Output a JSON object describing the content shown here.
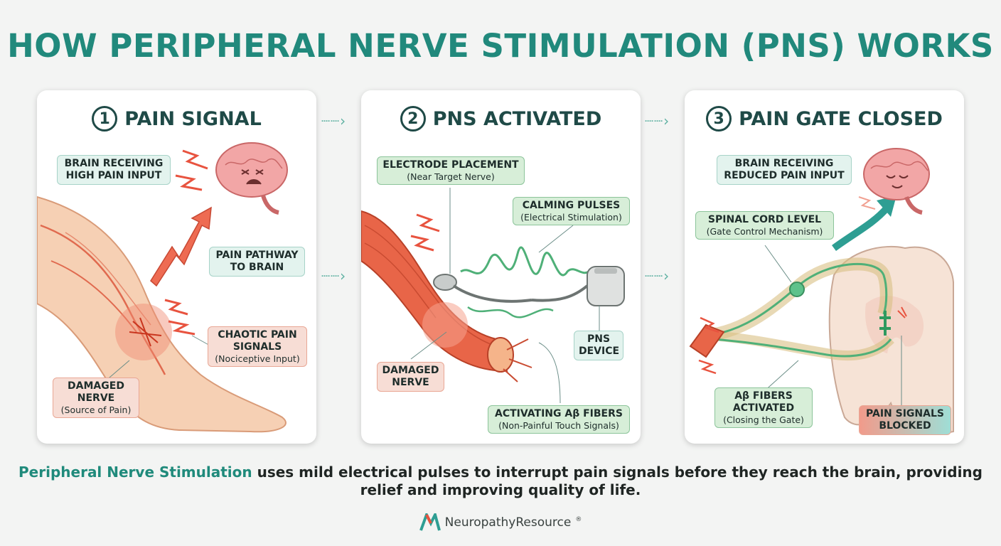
{
  "title": "HOW PERIPHERAL NERVE STIMULATION (PNS) WORKS",
  "panels": [
    {
      "number": "1",
      "heading": "PAIN SIGNAL",
      "labels": {
        "brain": {
          "main": "BRAIN RECEIVING HIGH PAIN INPUT"
        },
        "pathway": {
          "main": "PAIN PATHWAY TO BRAIN"
        },
        "chaotic": {
          "main": "CHAOTIC PAIN SIGNALS",
          "sub": "(Nociceptive Input)"
        },
        "damaged": {
          "main": "DAMAGED NERVE",
          "sub": "(Source of Pain)"
        }
      }
    },
    {
      "number": "2",
      "heading": "PNS ACTIVATED",
      "labels": {
        "electrode": {
          "main": "ELECTRODE PLACEMENT",
          "sub": "(Near Target Nerve)"
        },
        "pulses": {
          "main": "CALMING PULSES",
          "sub": "(Electrical Stimulation)"
        },
        "device": {
          "main": "PNS DEVICE"
        },
        "damaged": {
          "main": "DAMAGED NERVE"
        },
        "fibers": {
          "main": "ACTIVATING Aβ FIBERS",
          "sub": "(Non-Painful Touch Signals)"
        }
      }
    },
    {
      "number": "3",
      "heading": "PAIN GATE CLOSED",
      "labels": {
        "brain": {
          "main": "BRAIN RECEIVING REDUCED PAIN INPUT"
        },
        "spinal": {
          "main": "SPINAL CORD LEVEL",
          "sub": "(Gate Control Mechanism)"
        },
        "fibers": {
          "main": "Aβ FIBERS ACTIVATED",
          "sub": "(Closing the Gate)"
        },
        "blocked": {
          "main": "PAIN SIGNALS BLOCKED"
        }
      }
    }
  ],
  "caption": {
    "highlight": "Peripheral Nerve Stimulation",
    "text": " uses mild electrical pulses to interrupt pain signals before they reach the brain, providing relief and improving quality of life."
  },
  "logo": {
    "text": "NeuropathyResource",
    "mark": "®"
  },
  "colors": {
    "accent": "#21897c",
    "pain": "#e8533f",
    "calm": "#3aa97a"
  }
}
